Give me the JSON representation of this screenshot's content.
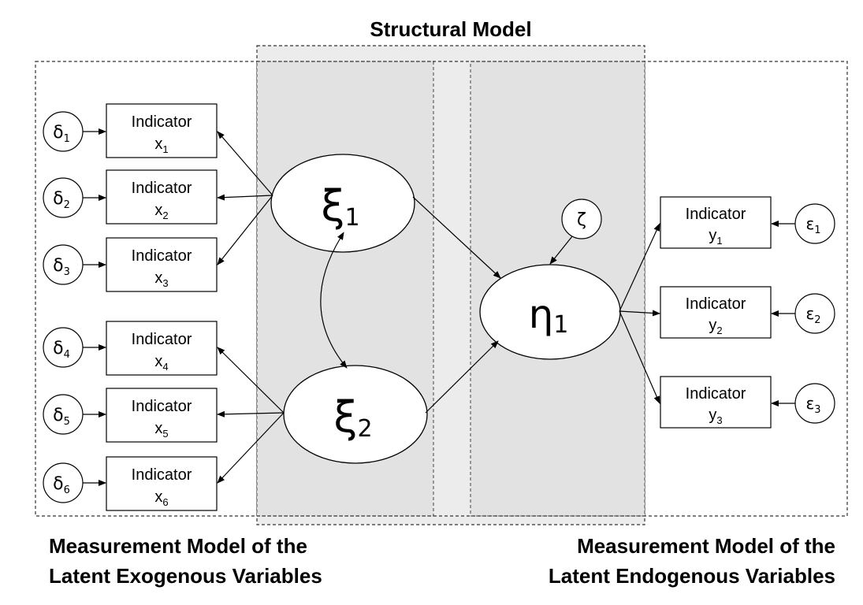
{
  "titles": {
    "structural": "Structural Model",
    "exogenous_line1": "Measurement Model of the",
    "exogenous_line2": "Latent Exogenous Variables",
    "endogenous_line1": "Measurement Model of the",
    "endogenous_line2": "Latent Endogenous Variables"
  },
  "indicators_x": [
    {
      "label": "Indicator",
      "var": "x",
      "sub": "1",
      "error": "δ",
      "error_sub": "1"
    },
    {
      "label": "Indicator",
      "var": "x",
      "sub": "2",
      "error": "δ",
      "error_sub": "2"
    },
    {
      "label": "Indicator",
      "var": "x",
      "sub": "3",
      "error": "δ",
      "error_sub": "3"
    },
    {
      "label": "Indicator",
      "var": "x",
      "sub": "4",
      "error": "δ",
      "error_sub": "4"
    },
    {
      "label": "Indicator",
      "var": "x",
      "sub": "5",
      "error": "δ",
      "error_sub": "5"
    },
    {
      "label": "Indicator",
      "var": "x",
      "sub": "6",
      "error": "δ",
      "error_sub": "6"
    }
  ],
  "indicators_y": [
    {
      "label": "Indicator",
      "var": "y",
      "sub": "1",
      "error": "ε",
      "error_sub": "1"
    },
    {
      "label": "Indicator",
      "var": "y",
      "sub": "2",
      "error": "ε",
      "error_sub": "2"
    },
    {
      "label": "Indicator",
      "var": "y",
      "sub": "3",
      "error": "ε",
      "error_sub": "3"
    }
  ],
  "latents": {
    "xi1": {
      "symbol": "ξ",
      "sub": "1"
    },
    "xi2": {
      "symbol": "ξ",
      "sub": "2"
    },
    "eta1": {
      "symbol": "η",
      "sub": "1"
    },
    "zeta": {
      "symbol": "ζ"
    }
  }
}
